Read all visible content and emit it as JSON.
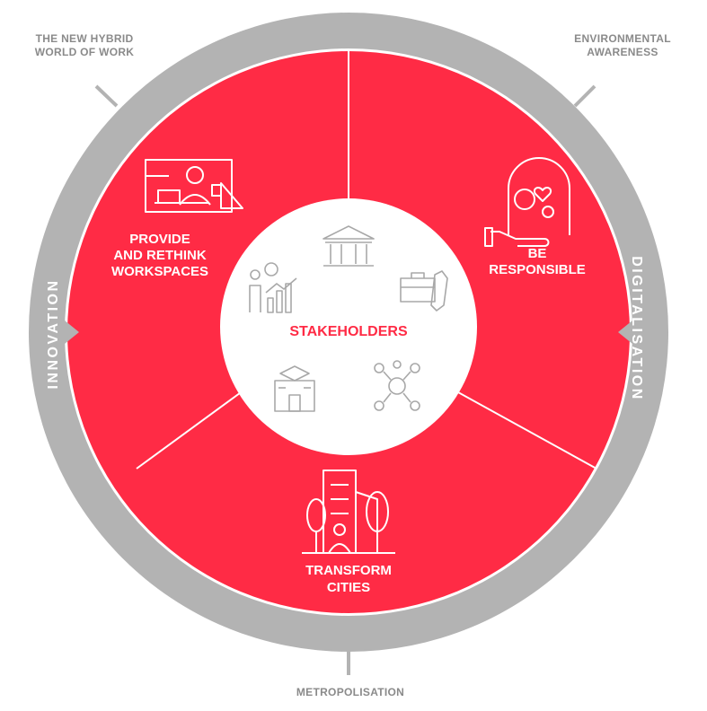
{
  "outer_labels": {
    "top_left": [
      "THE NEW HYBRID",
      "WORLD OF WORK"
    ],
    "top_right": [
      "ENVIRONMENTAL",
      "AWARENESS"
    ],
    "bottom": "METROPOLISATION"
  },
  "ring_labels": {
    "left": "INNOVATION",
    "right": "DIGITALISATION"
  },
  "segments": {
    "left": [
      "PROVIDE",
      "AND RETHINK",
      "WORKSPACES"
    ],
    "right": [
      "BE",
      "RESPONSIBLE"
    ],
    "bottom": [
      "TRANSFORM",
      "CITIES"
    ]
  },
  "center": {
    "title": "STAKEHOLDERS"
  },
  "icons": {
    "workspace": "workspace-desk-icon",
    "responsible": "hand-globe-heart-icon",
    "cities": "city-buildings-trees-icon",
    "bank": "bank-building-icon",
    "investor": "investor-growth-chart-icon",
    "business": "briefcase-tie-icon",
    "education": "school-building-icon",
    "network": "people-network-icon"
  },
  "colors": {
    "red": "#ff2b45",
    "ring_gray": "#b3b3b3",
    "label_gray": "#8a8a8a",
    "icon_gray": "#a8a8a8",
    "white": "#ffffff"
  }
}
